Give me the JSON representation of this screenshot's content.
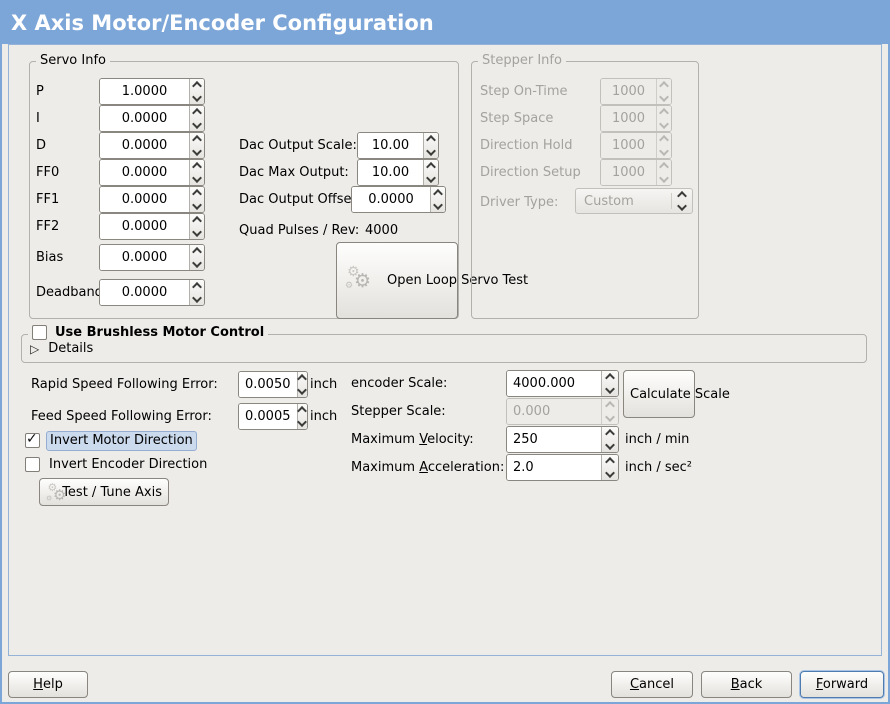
{
  "titlebar": {
    "title": "X Axis Motor/Encoder Configuration"
  },
  "colors": {
    "titlebar_blue": "#7da6d8",
    "selection_blue": "#cbdaec",
    "window_bg": "#edece9"
  },
  "servo": {
    "title": "Servo Info",
    "rows": [
      {
        "label": "P",
        "value": "1.0000"
      },
      {
        "label": "I",
        "value": "0.0000"
      },
      {
        "label": "D",
        "value": "0.0000"
      },
      {
        "label": "FF0",
        "value": "0.0000"
      },
      {
        "label": "FF1",
        "value": "0.0000"
      },
      {
        "label": "FF2",
        "value": "0.0000"
      },
      {
        "label": "Bias",
        "value": "0.0000"
      },
      {
        "label": "Deadband",
        "value": "0.0000"
      }
    ]
  },
  "dac": {
    "rows": [
      {
        "label": "Dac Output Scale:",
        "value": "10.00"
      },
      {
        "label": "Dac Max Output:",
        "value": "10.00"
      },
      {
        "label": "Dac Output Offset:",
        "value": "0.0000"
      }
    ],
    "quad": {
      "label": "Quad Pulses / Rev:",
      "value": "4000"
    },
    "open_loop_button": "Open Loop Servo Test"
  },
  "stepper": {
    "title": "Stepper Info",
    "rows": [
      {
        "label": "Step On-Time",
        "value": "1000"
      },
      {
        "label": "Step Space",
        "value": "1000"
      },
      {
        "label": "Direction Hold",
        "value": "1000"
      },
      {
        "label": "Direction Setup",
        "value": "1000"
      }
    ],
    "driver_type": {
      "label": "Driver Type:",
      "value": "Custom"
    }
  },
  "brushless": {
    "label": "Use Brushless Motor Control",
    "details": "Details"
  },
  "following_error": {
    "rapid": {
      "label": "Rapid Speed Following Error:",
      "value": "0.0050",
      "unit": "inch"
    },
    "feed": {
      "label": "Feed Speed Following Error:",
      "value": "0.0005",
      "unit": "inch"
    }
  },
  "options": {
    "invert_motor": "Invert Motor Direction",
    "invert_encoder": "Invert Encoder Direction",
    "test_tune_button": "Test / Tune Axis"
  },
  "scales": {
    "encoder": {
      "label": "encoder Scale:",
      "value": "4000.000"
    },
    "stepper": {
      "label": "Stepper Scale:",
      "value": "0.000"
    },
    "calculate_button": "Calculate Scale",
    "velocity": {
      "pre": "Maximum ",
      "key": "V",
      "post": "elocity:",
      "value": "250",
      "unit": "inch / min"
    },
    "acceleration": {
      "pre": "Maximum ",
      "key": "A",
      "post": "cceleration:",
      "value": "2.0",
      "unit": "inch / sec²"
    }
  },
  "actions": {
    "help": {
      "key": "H",
      "post": "elp"
    },
    "cancel": {
      "key": "C",
      "post": "ancel"
    },
    "back": {
      "key": "B",
      "post": "ack"
    },
    "forward": {
      "key": "F",
      "post": "orward"
    }
  }
}
